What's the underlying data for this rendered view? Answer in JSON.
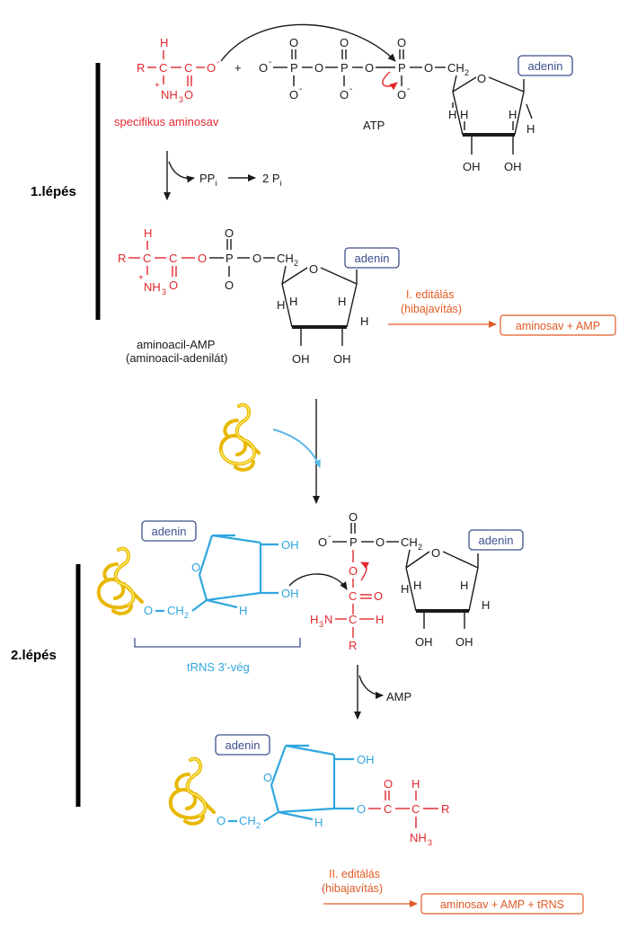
{
  "steps": {
    "step1": "1.lépés",
    "step2": "2.lépés"
  },
  "labels": {
    "specific_amino_acid": "specifikus aminosav",
    "atp": "ATP",
    "ppi": "PP",
    "ppi_sub": "i",
    "two_pi": "2 P",
    "two_pi_sub": "i",
    "aminoacyl_amp": "aminoacil-AMP",
    "aminoacyl_adenylate": "(aminoacil-adenilát)",
    "trna_end": "tRNS 3'-vég",
    "amp": "AMP"
  },
  "editing": {
    "first_title": "I. editálás",
    "first_sub": "(hibajavítás)",
    "first_product": "aminosav + AMP",
    "second_title": "II. editálás",
    "second_sub": "(hibajavítás)",
    "second_product": "aminosav + AMP + tRNS"
  },
  "base": {
    "adenine": "adenin"
  },
  "colors": {
    "amino": "#e0282e",
    "trna": "#2fa6de",
    "edit": "#e05a24",
    "box": "#3e4f8c",
    "yarn": "#e8b800"
  }
}
